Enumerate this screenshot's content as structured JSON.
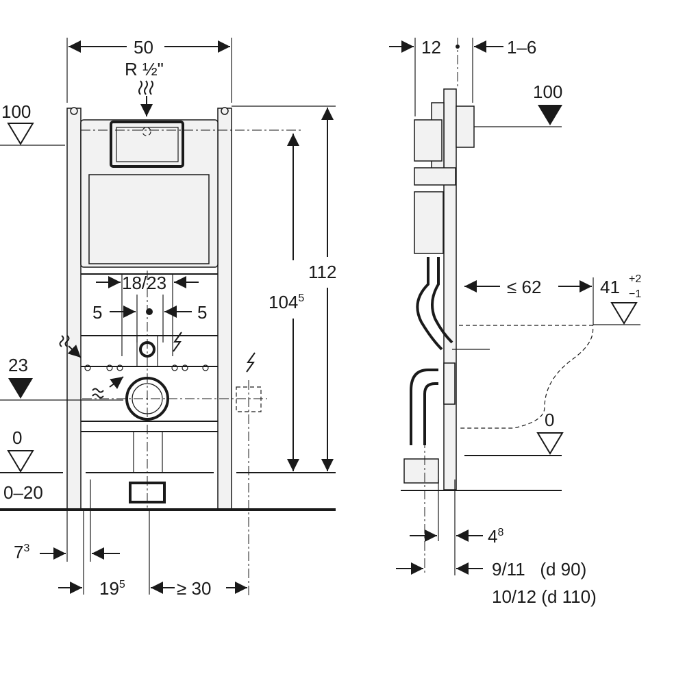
{
  "front_view": {
    "width": "50",
    "thread": "R ½\"",
    "level_100": "100",
    "spacing": "18/23",
    "offset_left": "5",
    "offset_right": "5",
    "height_inner": "104",
    "height_inner_sup": "5",
    "height_total": "112",
    "level_23": "23",
    "level_0": "0",
    "floor_range": "0–20",
    "edge_offset": "7",
    "edge_offset_sup": "3",
    "drain_offset": "19",
    "drain_offset_sup": "5",
    "min_distance": "≥ 30"
  },
  "side_view": {
    "depth_top": "12",
    "adjust_range": "1–6",
    "level_100": "100",
    "max_projection": "≤ 62",
    "bowl_height": "41",
    "bowl_tol_plus": "+2",
    "bowl_tol_minus": "−1",
    "level_0": "0",
    "pipe_offset": "4",
    "pipe_offset_sup": "8",
    "pipe_d90": "9/11   (d 90)",
    "pipe_d110": "10/12 (d 110)"
  }
}
